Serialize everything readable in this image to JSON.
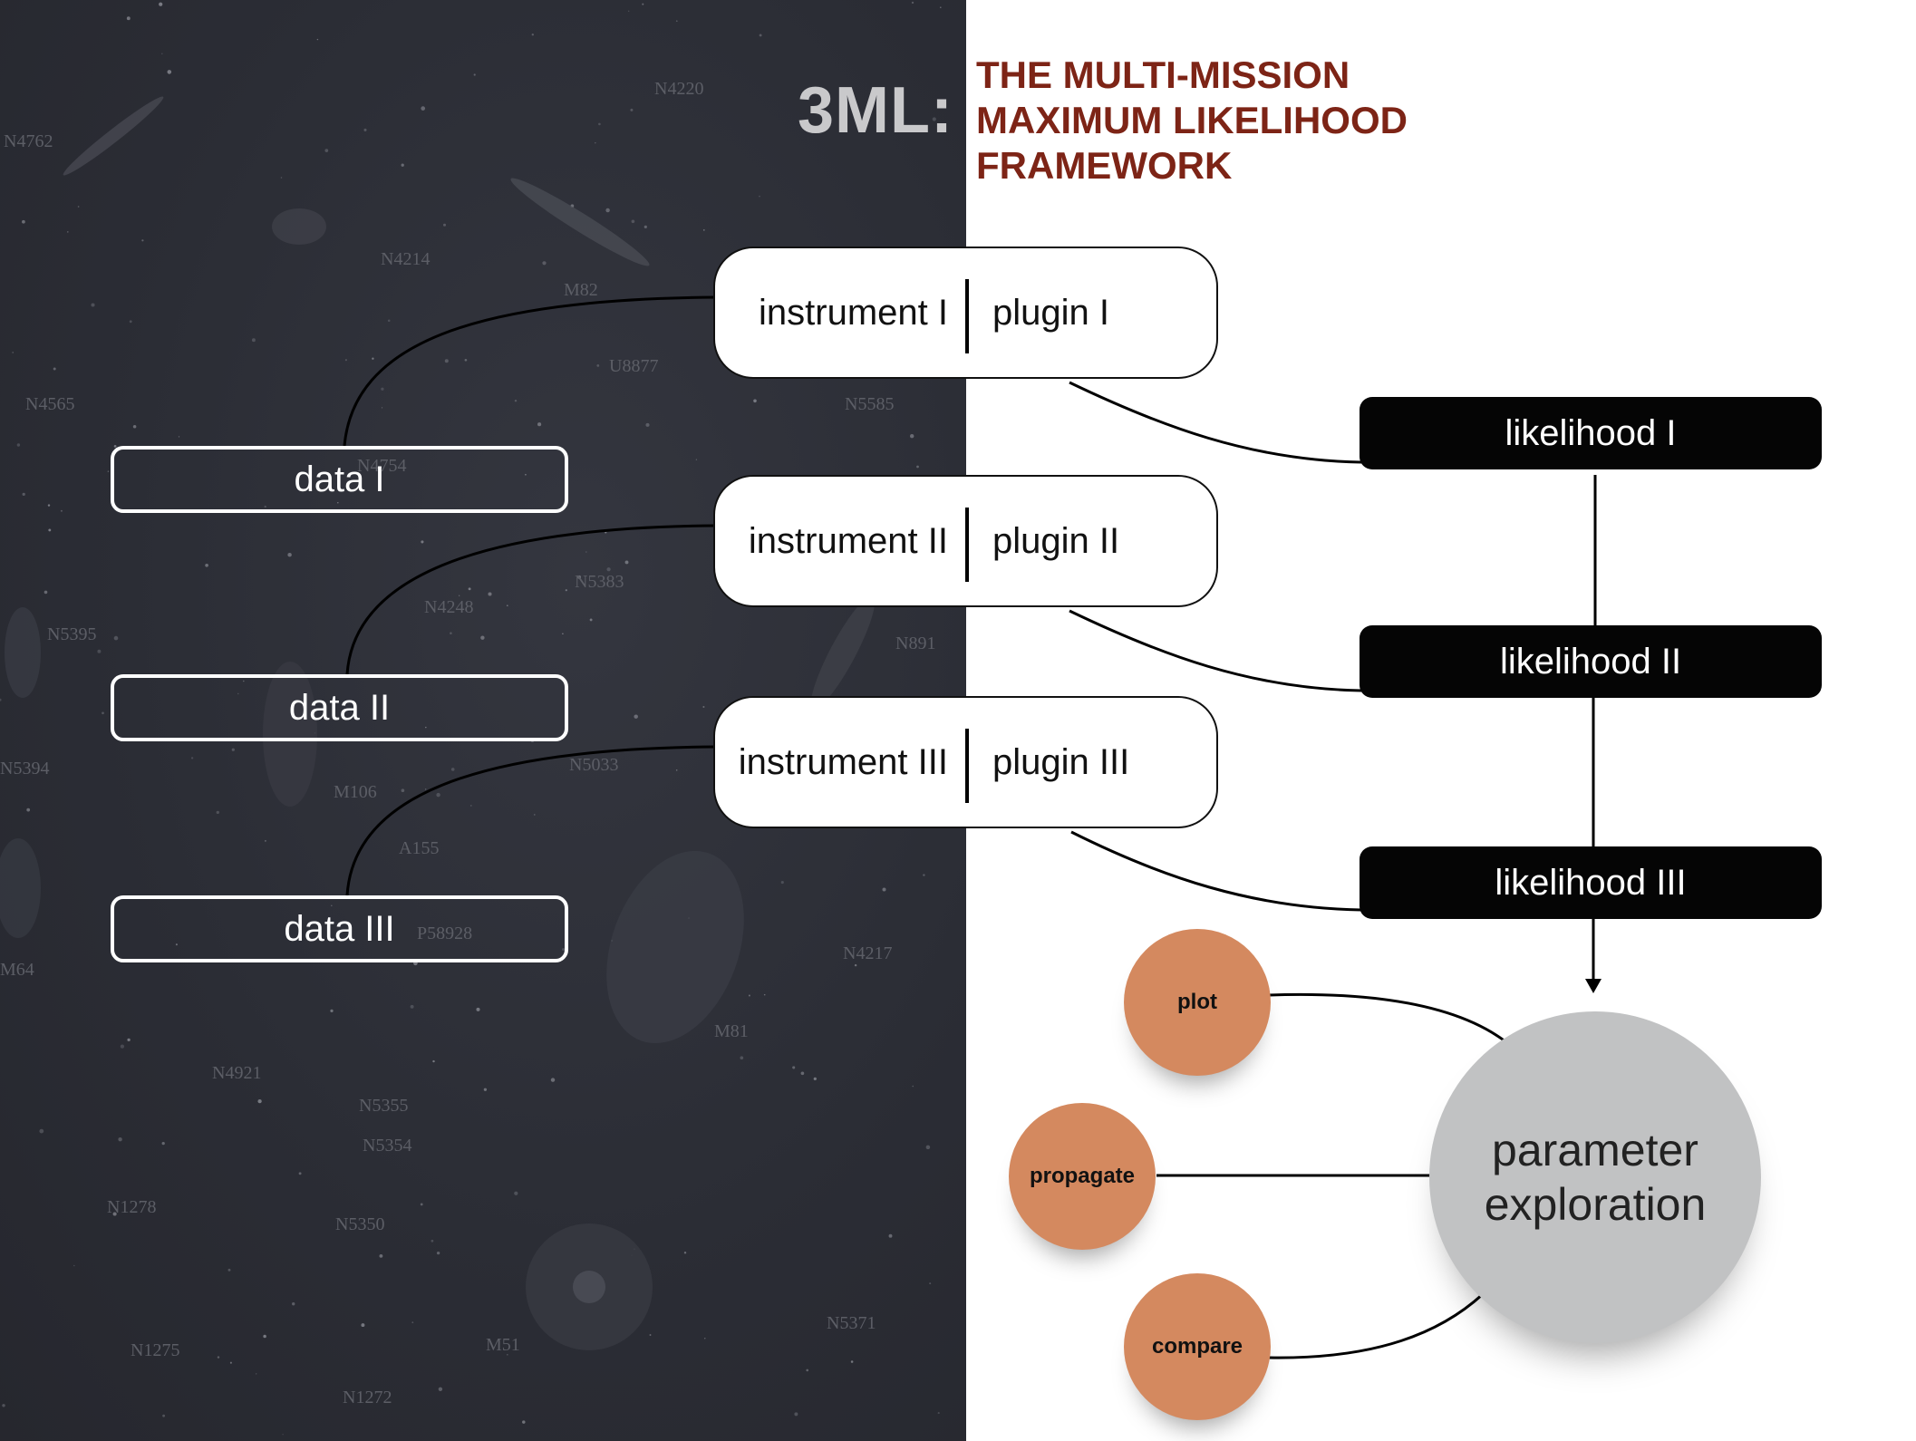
{
  "title": {
    "short": "3ML:",
    "subtitle_lines": [
      "THE MULTI-MISSION",
      "MAXIMUM LIKELIHOOD",
      "FRAMEWORK"
    ]
  },
  "background_labels": [
    "N4220",
    "N4762",
    "N4214",
    "M82",
    "U8877",
    "N4565",
    "N5585",
    "N4754",
    "N5383",
    "N4248",
    "N5395",
    "N891",
    "N5394",
    "N5033",
    "M106",
    "A155",
    "P58928",
    "M64",
    "N4217",
    "M81",
    "N4921",
    "N5355",
    "N5354",
    "N1278",
    "N5350",
    "N5371",
    "N1275",
    "M51",
    "N1272"
  ],
  "data_boxes": [
    "data I",
    "data II",
    "data III"
  ],
  "plugins": [
    {
      "instrument": "instrument I",
      "plugin": "plugin I"
    },
    {
      "instrument": "instrument II",
      "plugin": "plugin II"
    },
    {
      "instrument": "instrument III",
      "plugin": "plugin III"
    }
  ],
  "likelihoods": [
    "likelihood I",
    "likelihood II",
    "likelihood III"
  ],
  "actions": [
    "plot",
    "propagate",
    "compare"
  ],
  "parameter_exploration": {
    "line1": "parameter",
    "line2": "exploration"
  },
  "colors": {
    "dark_background": "#2b2d35",
    "title_red": "#7d2416",
    "title_gray": "#c9c9cb",
    "action_orange": "#d4895f",
    "param_gray": "#c1c2c3",
    "likelihood_black": "#050505"
  }
}
